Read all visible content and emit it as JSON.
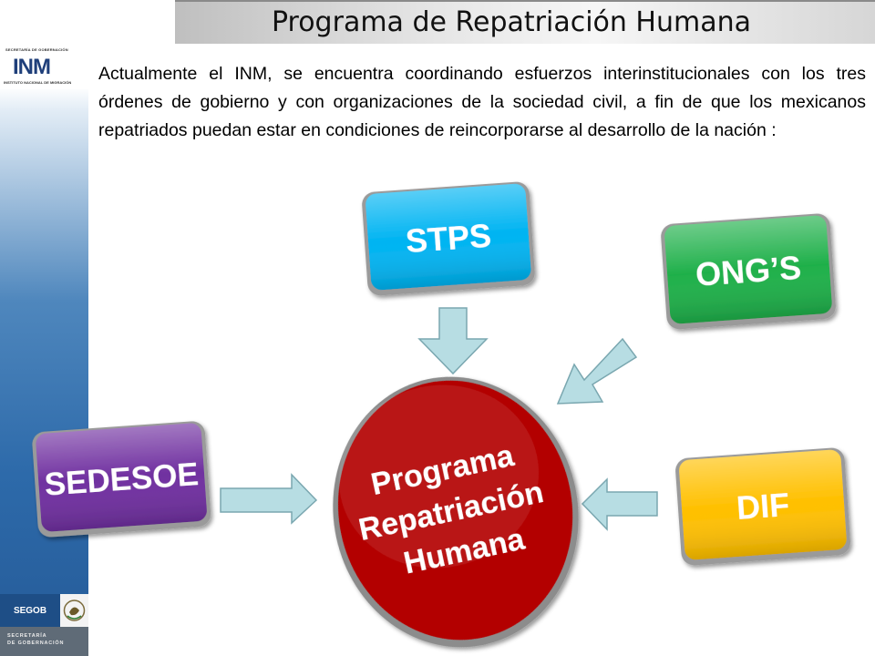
{
  "header": {
    "title": "Programa de Repatriación Humana"
  },
  "intro": {
    "text": "Actualmente el INM, se encuentra coordinando esfuerzos interinstitucionales con los tres órdenes de gobierno y con organizaciones de la sociedad civil, a fin de que los mexicanos repatriados puedan estar en condiciones de reincorporarse al desarrollo de la nación :"
  },
  "logos": {
    "inm_top": "SECRETARÍA DE GOBERNACIÓN",
    "inm_mark": "INM",
    "inm_bottom": "INSTITUTO NACIONAL DE MIGRACIÓN",
    "segob": "SEGOB",
    "segob_line1": "SECRETARÍA",
    "segob_line2": "DE GOBERNACIÓN"
  },
  "diagram": {
    "center": {
      "lines": [
        "Programa",
        "Repatriación",
        "Humana"
      ],
      "color": "#b30000"
    },
    "nodes": {
      "stps": {
        "label": "STPS",
        "color": "#00b4f2"
      },
      "ongs": {
        "label": "ONG’S",
        "color": "#1fb04a"
      },
      "sedesoe": {
        "label": "SEDESOE",
        "color": "#7030a0"
      },
      "dif": {
        "label": "DIF",
        "color": "#ffc000"
      }
    },
    "arrow_color": "#b7dde3"
  }
}
